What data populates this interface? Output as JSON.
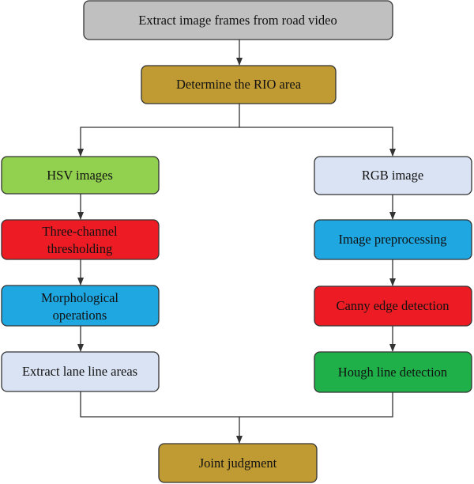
{
  "diagram": {
    "nodes": {
      "extract_frames": {
        "label": "Extract image frames from road video",
        "color": "#c0c0c0"
      },
      "determine_roi": {
        "label": "Determine the RIO area",
        "color": "#c09a33"
      },
      "hsv_images": {
        "label": "HSV images",
        "color": "#92d050"
      },
      "three_channel": {
        "label": "Three-channel\nthresholding",
        "color": "#ed1c24"
      },
      "morphological": {
        "label": "Morphological\noperations",
        "color": "#1ea7e1"
      },
      "extract_lane": {
        "label": "Extract lane line areas",
        "color": "#dae3f3"
      },
      "rgb_image": {
        "label": "RGB image",
        "color": "#dae3f3"
      },
      "image_preprocessing": {
        "label": "Image preprocessing",
        "color": "#1ea7e1"
      },
      "canny_edge": {
        "label": "Canny edge detection",
        "color": "#ed1c24"
      },
      "hough_line": {
        "label": "Hough line detection",
        "color": "#1fb04a"
      },
      "joint_judgment": {
        "label": "Joint judgment",
        "color": "#c09a33"
      }
    },
    "edges": [
      [
        "extract_frames",
        "determine_roi"
      ],
      [
        "determine_roi",
        "hsv_images"
      ],
      [
        "determine_roi",
        "rgb_image"
      ],
      [
        "hsv_images",
        "three_channel"
      ],
      [
        "three_channel",
        "morphological"
      ],
      [
        "morphological",
        "extract_lane"
      ],
      [
        "rgb_image",
        "image_preprocessing"
      ],
      [
        "image_preprocessing",
        "canny_edge"
      ],
      [
        "canny_edge",
        "hough_line"
      ],
      [
        "extract_lane",
        "joint_judgment"
      ],
      [
        "hough_line",
        "joint_judgment"
      ]
    ],
    "stroke_color": "#333333"
  }
}
